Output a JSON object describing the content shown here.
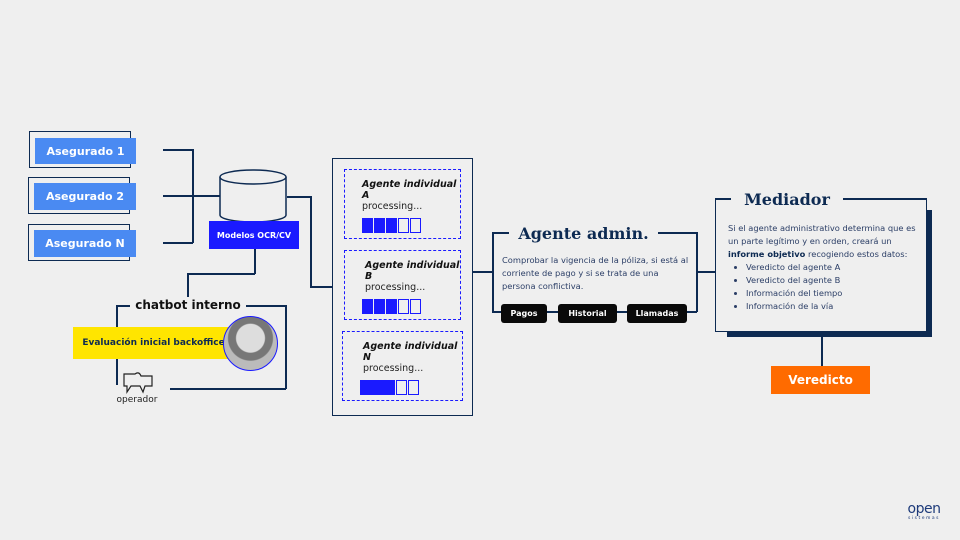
{
  "insured": [
    "Asegurado 1",
    "Asegurado 2",
    "Asegurado N"
  ],
  "model_label": "Modelos OCR/CV",
  "chatbot": {
    "title": "chatbot interno",
    "banner": "Evaluación inicial backoffice",
    "operator": "operador"
  },
  "agents": [
    {
      "name": "Agente individual A",
      "status": "processing...",
      "progress": 0.6
    },
    {
      "name": "Agente individual B",
      "status": "processing...",
      "progress": 0.6
    },
    {
      "name": "Agente individual N",
      "status": "processing...",
      "progress": 0.6
    }
  ],
  "admin": {
    "title": "Agente admin.",
    "text": "Comprobar la vigencia de la póliza, si está al corriente de pago y si se trata de una persona conflictiva.",
    "buttons": [
      "Pagos",
      "Historial",
      "Llamadas"
    ]
  },
  "mediator": {
    "title": "Mediador",
    "text_pre": "Si el agente administrativo determina que es un parte legítimo y en orden, creará un ",
    "text_bold": "informe objetivo",
    "text_post": " recogiendo estos datos:",
    "items": [
      "Veredicto del agente A",
      "Veredicto del agente B",
      "Información del tiempo",
      "Información de la vía"
    ]
  },
  "verdict": "Veredicto",
  "logo": {
    "main": "open",
    "sub": "sistemas"
  },
  "colors": {
    "navy": "#0d2a52",
    "blue": "#1a1aff",
    "light_blue": "#4a8af2",
    "yellow": "#ffe500",
    "orange": "#ff6b00"
  }
}
